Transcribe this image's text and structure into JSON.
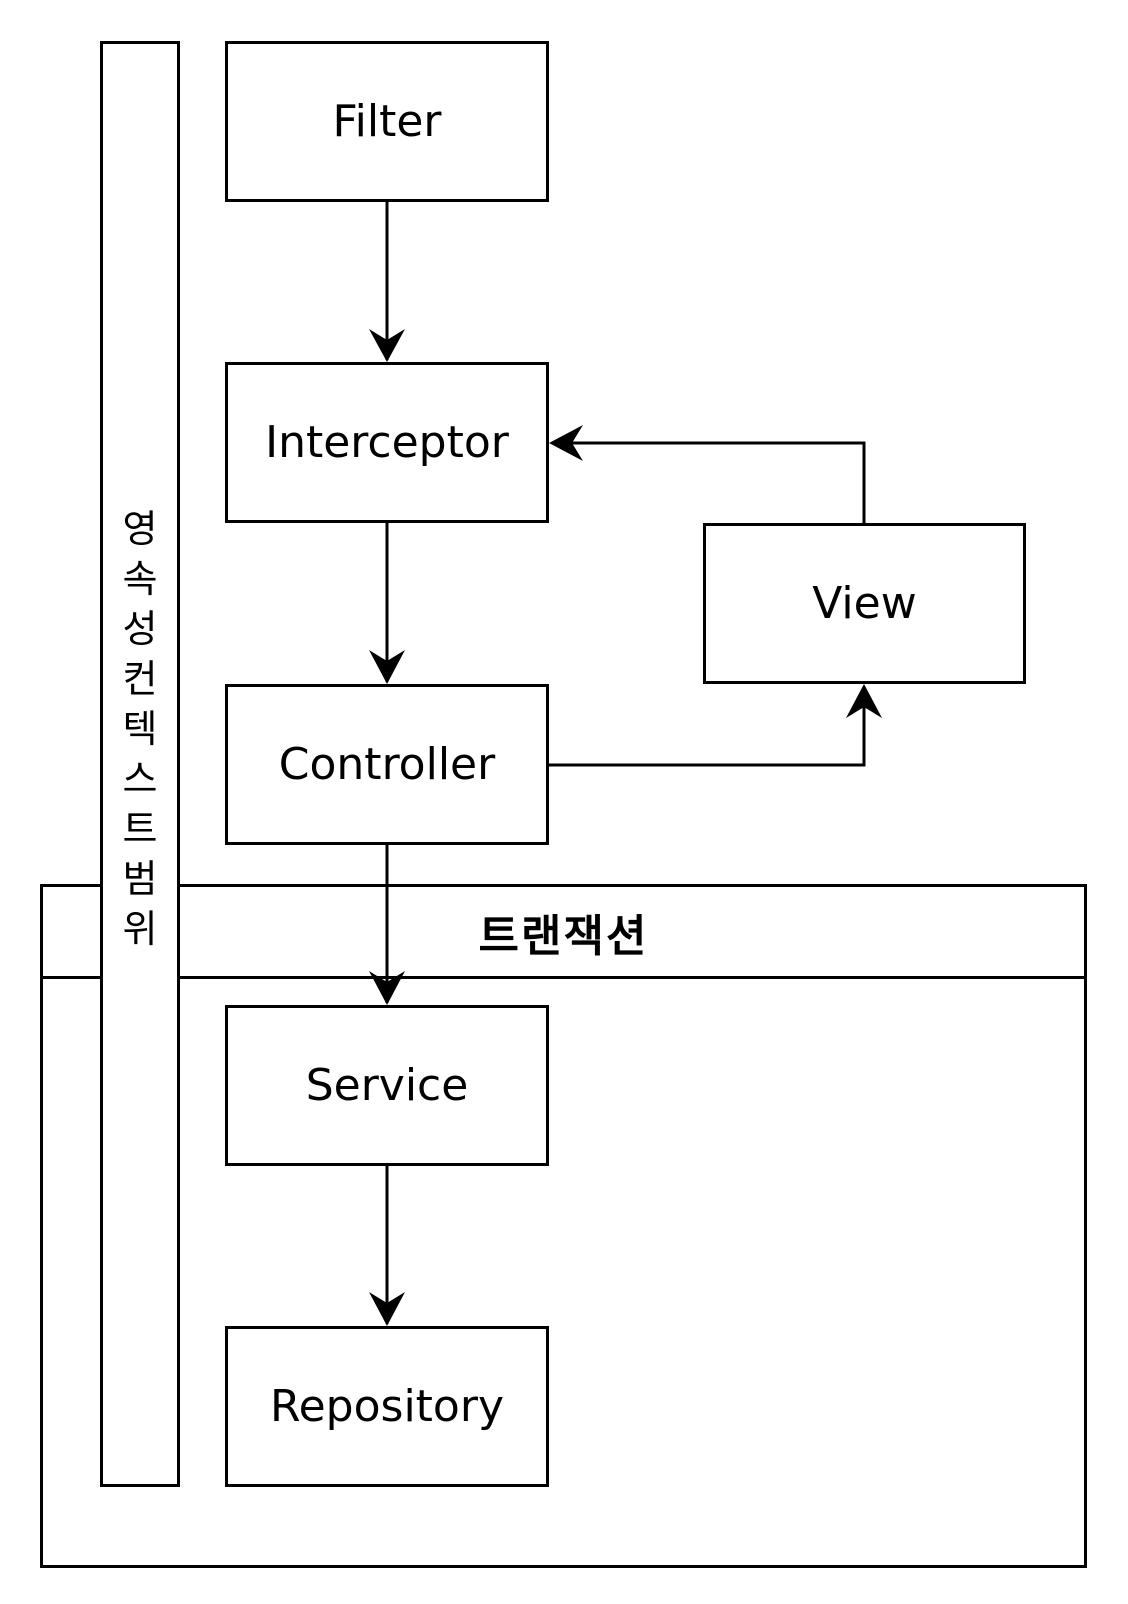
{
  "nodes": {
    "filter": "Filter",
    "interceptor": "Interceptor",
    "controller": "Controller",
    "view": "View",
    "service": "Service",
    "repository": "Repository"
  },
  "transaction": {
    "label": "트랜잭션"
  },
  "persistence_context": {
    "label": "영속성컨텍스트범위"
  },
  "edges": [
    {
      "from": "filter",
      "to": "interceptor"
    },
    {
      "from": "interceptor",
      "to": "controller"
    },
    {
      "from": "controller",
      "to": "service"
    },
    {
      "from": "service",
      "to": "repository"
    },
    {
      "from": "controller",
      "to": "view"
    },
    {
      "from": "view",
      "to": "interceptor"
    }
  ],
  "colors": {
    "stroke": "#000000",
    "background": "#ffffff"
  }
}
